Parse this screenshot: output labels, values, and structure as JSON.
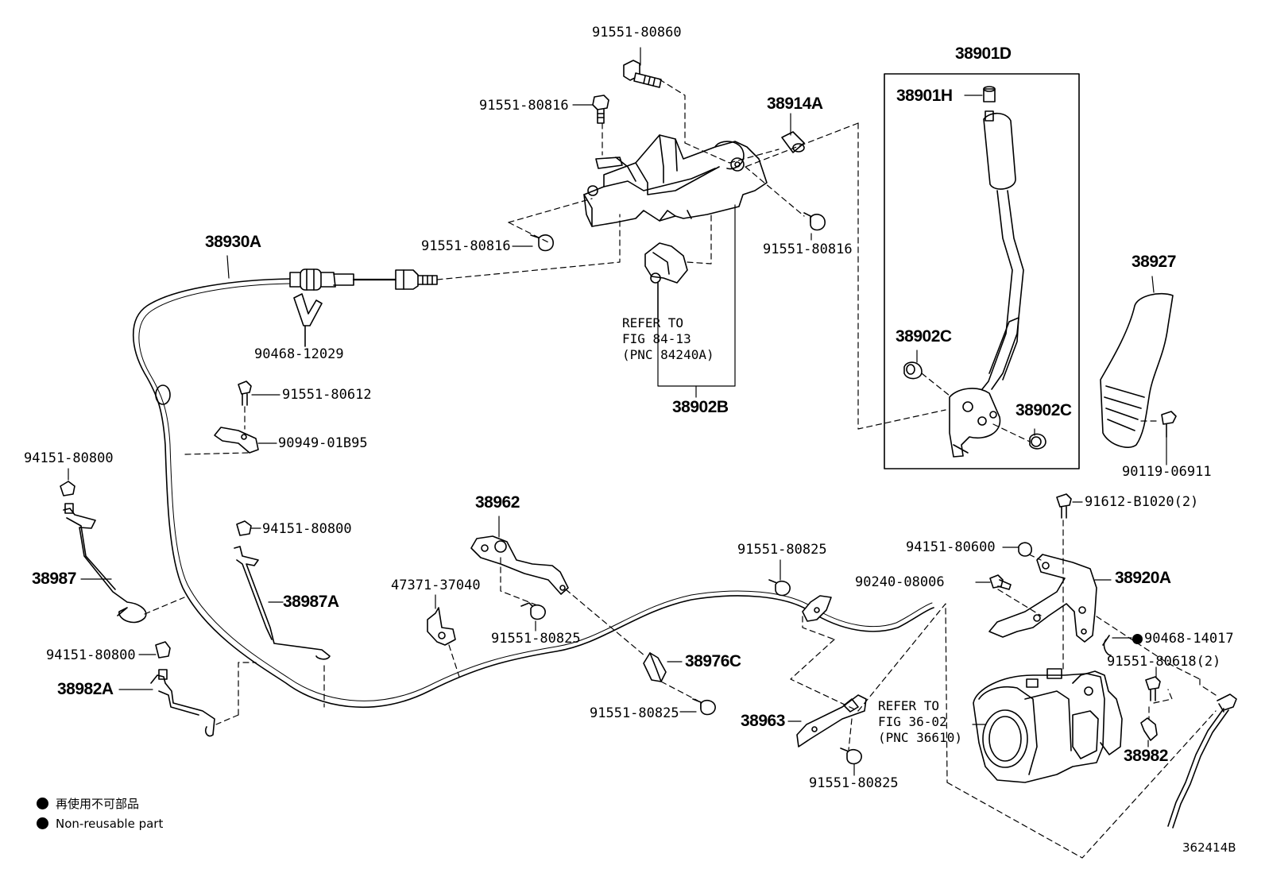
{
  "part_labels": {
    "p91551_80860": "91551-80860",
    "p91551_80816_a": "91551-80816",
    "p38914A": "38914A",
    "p38901D": "38901D",
    "p38901H": "38901H",
    "p91551_80816_b": "91551-80816",
    "p91551_80816_c": "91551-80816",
    "p38930A": "38930A",
    "p90468_12029": "90468-12029",
    "p38902B": "38902B",
    "p38902C_a": "38902C",
    "p38902C_b": "38902C",
    "p38927": "38927",
    "p90119_06911": "90119-06911",
    "p91551_80612": "91551-80612",
    "p90949_01B95": "90949-01B95",
    "p94151_80800_a": "94151-80800",
    "p94151_80800_b": "94151-80800",
    "p94151_80800_c": "94151-80800",
    "p38987": "38987",
    "p38987A": "38987A",
    "p38982A": "38982A",
    "p38962": "38962",
    "p47371_37040": "47371-37040",
    "p91551_80825_a": "91551-80825",
    "p91551_80825_b": "91551-80825",
    "p91551_80825_c": "91551-80825",
    "p91551_80825_d": "91551-80825",
    "p38976C": "38976C",
    "p38963": "38963",
    "p91612_B1020": "91612-B1020(2)",
    "p94151_80600": "94151-80600",
    "p90240_08006": "90240-08006",
    "p38920A": "38920A",
    "p90468_14017": "90468-14017",
    "p91551_80618": "91551-80618(2)",
    "p38982": "38982"
  },
  "references": {
    "ref1": {
      "line1": "REFER TO",
      "line2": "FIG 84-13",
      "line3": "(PNC 84240A)"
    },
    "ref2": {
      "line1": "REFER TO",
      "line2": "FIG 36-02",
      "line3": "(PNC 36610)"
    }
  },
  "legend": {
    "line_jp": "再使用不可部品",
    "line_en": "Non-reusable part"
  },
  "illustration_code": "362414B"
}
